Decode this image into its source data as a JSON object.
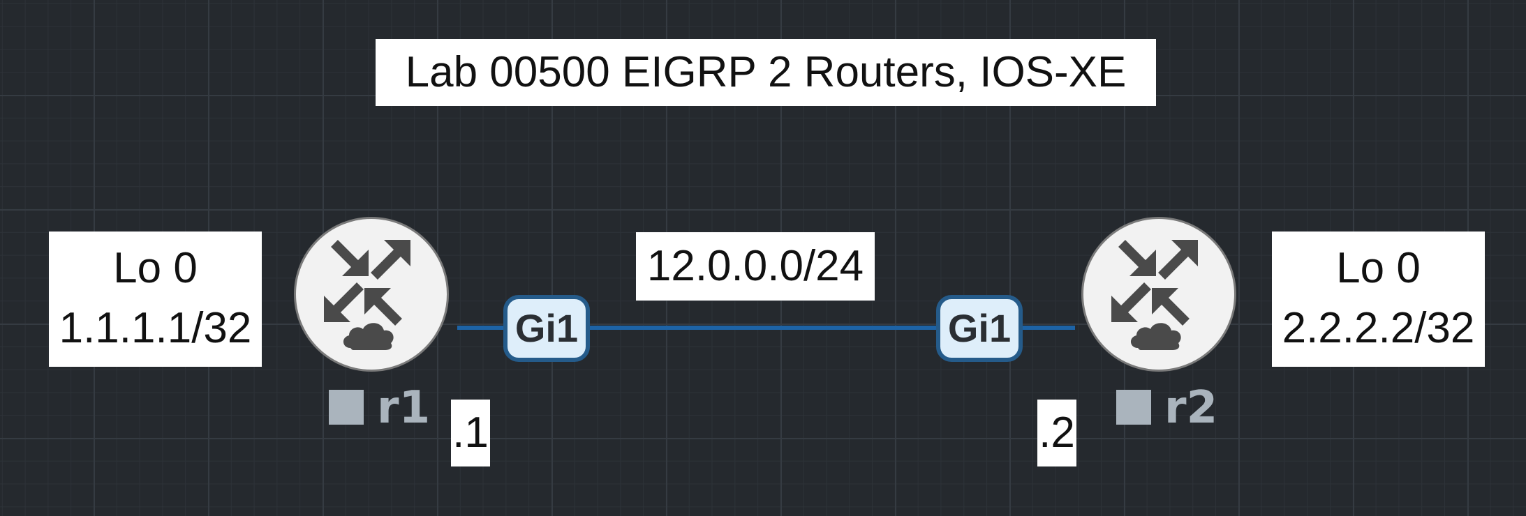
{
  "title": "Lab 00500 EIGRP 2 Routers, IOS-XE",
  "colors": {
    "background": "#25292e",
    "link": "#1d63a6",
    "interface_fill": "#deeefa",
    "interface_border": "#255b8a",
    "router_body": "#f2f2f2",
    "node_label": "#aab4bd"
  },
  "link": {
    "subnet": "12.0.0.0/24"
  },
  "nodes": [
    {
      "name": "r1",
      "icon": "router-icon",
      "loopback_name": "Lo 0",
      "loopback_address": "1.1.1.1/32",
      "interface": "Gi1",
      "host_suffix": ".1"
    },
    {
      "name": "r2",
      "icon": "router-icon",
      "loopback_name": "Lo 0",
      "loopback_address": "2.2.2.2/32",
      "interface": "Gi1",
      "host_suffix": ".2"
    }
  ]
}
